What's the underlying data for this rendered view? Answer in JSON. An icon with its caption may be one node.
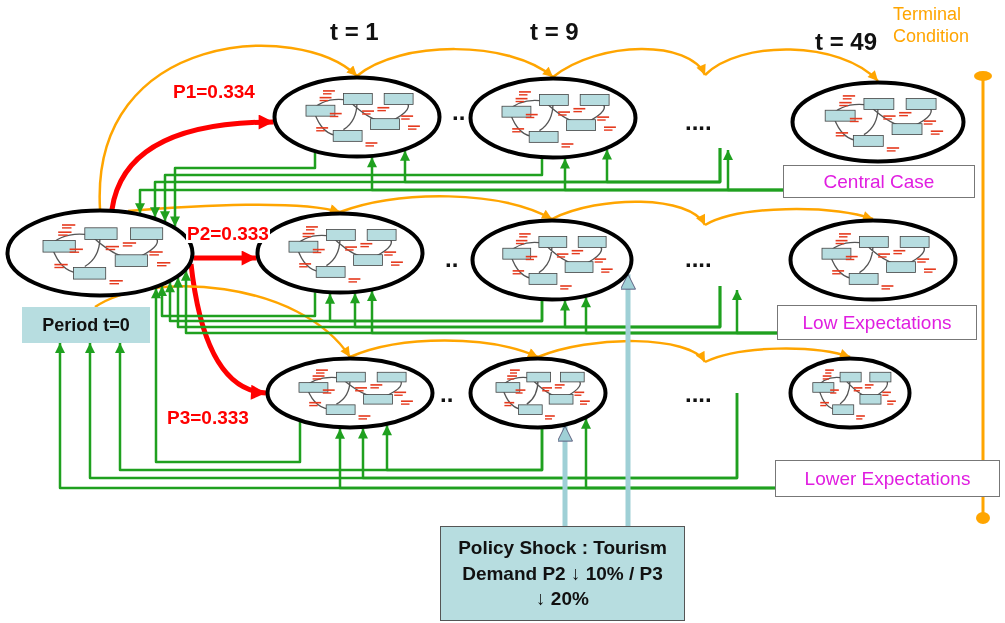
{
  "diagram": {
    "nodes": [
      {
        "text": [],
        "shape": "circle"
      },
      {
        "text": [
          "Period t=0"
        ]
      },
      {
        "text": [],
        "shape": "circle"
      },
      {
        "text": [],
        "shape": "circle"
      },
      {
        "text": [],
        "shape": "circle"
      },
      {
        "text": [],
        "shape": "circle"
      },
      {
        "text": [],
        "shape": "circle"
      },
      {
        "text": [],
        "shape": "circle"
      },
      {
        "text": [],
        "shape": "circle"
      },
      {
        "text": [],
        "shape": "circle"
      },
      {
        "text": [],
        "shape": "circle"
      },
      {
        "text": [
          "Central Case"
        ]
      },
      {
        "text": [
          "Low Expectations"
        ]
      },
      {
        "text": [
          "Lower Expectations"
        ]
      },
      {
        "text": [
          "Policy Shock : Tourism Demand P2 ↓ 10% / P3 ↓ 20%"
        ]
      }
    ],
    "edges": [
      {
        "from": 0,
        "to": 2,
        "arrow": "to",
        "label": "P1=0.334",
        "style": "thick",
        "color": "#ff0000"
      },
      {
        "from": 0,
        "to": 5,
        "arrow": "to",
        "label": "P2=0.333",
        "style": "thick",
        "color": "#ff0000"
      },
      {
        "from": 0,
        "to": 8,
        "arrow": "to",
        "label": "P3=0.333",
        "style": "thick",
        "color": "#ff0000"
      },
      {
        "from": 0,
        "to": 2,
        "arrow": "to",
        "color": "#ffa500"
      },
      {
        "from": 2,
        "to": 3,
        "arrow": "to",
        "color": "#ffa500"
      },
      {
        "from": 3,
        "to": null,
        "arrow": "to",
        "color": "#ffa500"
      },
      {
        "from": null,
        "to": 4,
        "arrow": "to",
        "color": "#ffa500"
      },
      {
        "from": 0,
        "to": 5,
        "arrow": "to",
        "color": "#ffa500"
      },
      {
        "from": 5,
        "to": 6,
        "arrow": "to",
        "color": "#ffa500"
      },
      {
        "from": 6,
        "to": null,
        "arrow": "to",
        "color": "#ffa500"
      },
      {
        "from": null,
        "to": 7,
        "arrow": "to",
        "color": "#ffa500"
      },
      {
        "from": 1,
        "to": 8,
        "arrow": "to",
        "color": "#ffa500"
      },
      {
        "from": 8,
        "to": 9,
        "arrow": "to",
        "color": "#ffa500"
      },
      {
        "from": 9,
        "to": null,
        "arrow": "to",
        "color": "#ffa500"
      },
      {
        "from": null,
        "to": 10,
        "arrow": "to",
        "color": "#ffa500"
      },
      {
        "from": 11,
        "to": 0,
        "arrow": "to"
      },
      {
        "from": 11,
        "to": 2,
        "arrow": "to"
      },
      {
        "from": 11,
        "to": 3,
        "arrow": "to"
      },
      {
        "from": 11,
        "to": null,
        "arrow": "to"
      },
      {
        "from": 2,
        "to": 0,
        "arrow": "to"
      },
      {
        "from": 3,
        "to": 0,
        "arrow": "to"
      },
      {
        "from": null,
        "to": 0,
        "arrow": "to"
      },
      {
        "from": null,
        "to": 2,
        "arrow": "to"
      },
      {
        "from": null,
        "to": 3,
        "arrow": "to"
      },
      {
        "from": 12,
        "to": 0,
        "arrow": "to"
      },
      {
        "from": 12,
        "to": 5,
        "arrow": "to"
      },
      {
        "from": 12,
        "to": 6,
        "arrow": "to"
      },
      {
        "from": 12,
        "to": null,
        "arrow": "to"
      },
      {
        "from": 5,
        "to": 0,
        "arrow": "to"
      },
      {
        "from": 6,
        "to": 0,
        "arrow": "to"
      },
      {
        "from": null,
        "to": 0,
        "arrow": "to"
      },
      {
        "from": null,
        "to": 5,
        "arrow": "to"
      },
      {
        "from": null,
        "to": 6,
        "arrow": "to"
      },
      {
        "from": 6,
        "to": 5,
        "arrow": "to"
      },
      {
        "from": 13,
        "to": 1,
        "arrow": "to"
      },
      {
        "from": 13,
        "to": 8,
        "arrow": "to"
      },
      {
        "from": 10,
        "to": 1,
        "arrow": "to"
      },
      {
        "from": 9,
        "to": 1,
        "arrow": "to"
      },
      {
        "from": 8,
        "to": 0,
        "arrow": "to"
      },
      {
        "from": 10,
        "to": 8,
        "arrow": "to"
      },
      {
        "from": 9,
        "to": 8,
        "arrow": "to"
      },
      {
        "from": 14,
        "to": 9,
        "arrow": "to",
        "style": "thick",
        "color": "#9fd0d6"
      },
      {
        "from": 13,
        "to": 9,
        "arrow": "to"
      },
      {
        "from": 14,
        "to": 6,
        "arrow": "to",
        "style": "thick",
        "color": "#9fd0d6"
      }
    ],
    "labels": [
      "t = 1",
      "t = 9",
      "t = 49",
      "Terminal Condition",
      "..",
      "....",
      "..",
      "....",
      "..",
      "...."
    ]
  }
}
